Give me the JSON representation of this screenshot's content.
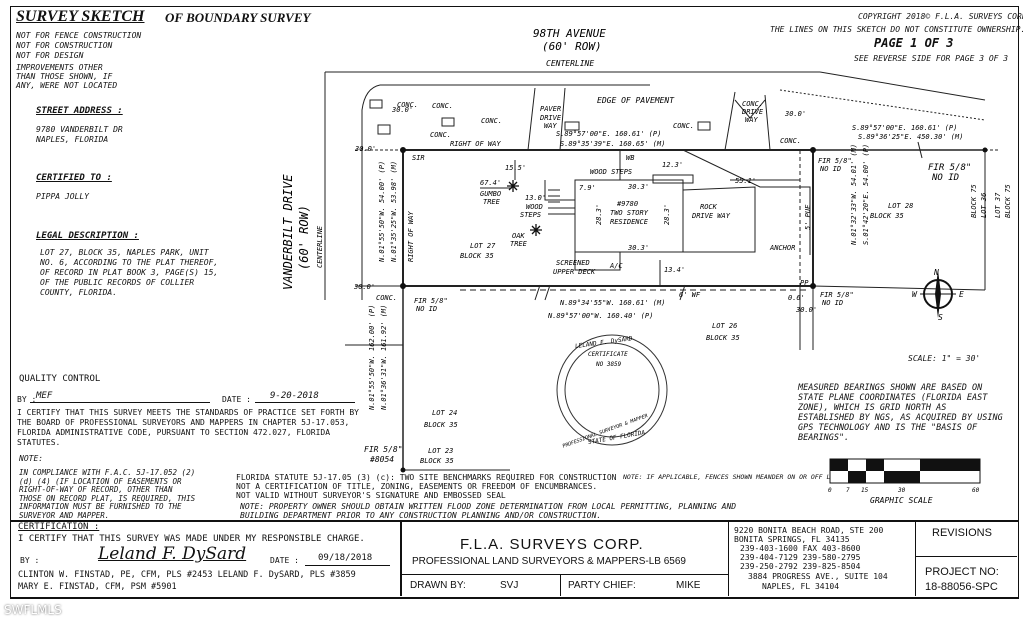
{
  "header": {
    "title_main": "SURVEY SKETCH",
    "title_sub": "OF BOUNDARY SURVEY",
    "copyright": "COPYRIGHT 2018© F.L.A. SURVEYS CORP.",
    "notice": "THE LINES ON THIS SKETCH DO NOT CONSTITUTE OWNERSHIP.",
    "page": "PAGE 1 OF 3",
    "reverse": "SEE REVERSE SIDE FOR PAGE 3 OF 3"
  },
  "disclaimers": [
    "NOT FOR FENCE CONSTRUCTION",
    "NOT FOR CONSTRUCTION",
    "NOT FOR DESIGN",
    "IMPROVEMENTS OTHER",
    "THAN THOSE SHOWN, IF",
    "ANY, WERE NOT LOCATED"
  ],
  "street": {
    "heading": "STREET ADDRESS :",
    "line1": "9780 VANDERBILT DR",
    "line2": "NAPLES, FLORIDA"
  },
  "certified": {
    "heading": "CERTIFIED TO :",
    "name": "PIPPA JOLLY"
  },
  "legal": {
    "heading": "LEGAL DESCRIPTION :",
    "lines": [
      "LOT 27, BLOCK 35, NAPLES PARK, UNIT",
      "NO. 6, ACCORDING TO THE PLAT THEREOF,",
      "OF RECORD IN PLAT BOOK 3, PAGE(S) 15,",
      "OF THE PUBLIC RECORDS OF COLLIER",
      "COUNTY, FLORIDA."
    ]
  },
  "quality": {
    "heading": "QUALITY CONTROL",
    "by_label": "BY :",
    "by_value": "MEF",
    "date_label": "DATE :",
    "date_value": "9-20-2018"
  },
  "certify_text": "I CERTIFY THAT THIS SURVEY MEETS THE STANDARDS OF PRACTICE SET FORTH BY THE BOARD OF PROFESSIONAL SURVEYORS AND MAPPERS IN CHAPTER 5J-17.053, FLORIDA ADMINISTRATIVE CODE, PURSUANT TO SECTION 472.027, FLORIDA STATUTES.",
  "note": {
    "label": "NOTE:",
    "text": "IN COMPLIANCE WITH F.A.C. 5J-17.052 (2) (d) (4) (IF LOCATION OF EASEMENTS OR RIGHT-OF-WAY OF RECORD, OTHER THAN THOSE ON RECORD PLAT, IS REQUIRED, THIS INFORMATION MUST BE FURNISHED TO THE SURVEYOR AND MAPPER."
  },
  "statute": {
    "line1": "FLORIDA STATUTE 5J-17.05 (3) (c): TWO SITE BENCHMARKS REQUIRED FOR CONSTRUCTION",
    "line1b": "NOTE: IF APPLICABLE, FENCES SHOWN MEANDER ON OR OFF LINES. (APPROX. LOCATION ONLY)",
    "line2": "NOT A CERTIFICATION OF TITLE, ZONING, EASEMENTS OR FREEDOM OF ENCUMBRANCES.",
    "line3": "NOT VALID WITHOUT SURVEYOR'S SIGNATURE AND EMBOSSED SEAL",
    "line4": "NOTE: PROPERTY OWNER SHOULD OBTAIN WRITTEN FLOOD ZONE DETERMINATION FROM LOCAL PERMITTING, PLANNING AND",
    "line5": "BUILDING DEPARTMENT PRIOR TO ANY CONSTRUCTION PLANNING AND/OR CONSTRUCTION."
  },
  "bearings_note": "MEASURED BEARINGS SHOWN ARE BASED ON STATE PLANE COORDINATES (FLORIDA EAST ZONE), WHICH IS GRID NORTH AS ESTABLISHED BY NGS, AS ACQUIRED BY USING GPS TECHNOLOGY AND IS THE \"BASIS OF BEARINGS\".",
  "scale": {
    "text": "SCALE: 1\" = 30'",
    "ticks": [
      "0",
      "7",
      "15",
      "30",
      "60"
    ],
    "label": "GRAPHIC SCALE"
  },
  "certification": {
    "heading": "CERTIFICATION :",
    "text": "I CERTIFY THAT THIS SURVEY WAS MADE UNDER MY RESPONSIBLE CHARGE.",
    "by_label": "BY :",
    "signature": "Leland F. DySard",
    "date_label": "DATE :",
    "date_value": "09/18/2018",
    "line1": "CLINTON W. FINSTAD, PE, CFM, PLS #2453  LELAND F. DySARD, PLS #3859",
    "line2": "MARY E. FINSTAD, CFM, PSM #5901"
  },
  "company": {
    "name": "F.L.A. SURVEYS CORP.",
    "sub": "PROFESSIONAL LAND SURVEYORS & MAPPERS-LB 6569"
  },
  "drawn": {
    "drawn_label": "DRAWN BY:",
    "drawn_value": "SVJ",
    "chief_label": "PARTY CHIEF:",
    "chief_value": "MIKE"
  },
  "address": [
    "9220 BONITA BEACH ROAD, STE 200",
    "BONITA SPRINGS, FL 34135",
    "239-403-1600   FAX 403-8600",
    "239-404-7129   239-580-2795",
    "239-250-2792   239-825-8504",
    "3884 PROGRESS AVE., SUITE 104",
    "NAPLES, FL  34104"
  ],
  "revisions": "REVISIONS",
  "project": {
    "label": "PROJECT NO:",
    "value": "18-88056-SPC"
  },
  "watermark": "SWFLMLS",
  "seal": {
    "top": "LELAND F. DySARD",
    "cert": "CERTIFICATE",
    "no": "NO 3859",
    "bottom": "STATE OF FLORIDA",
    "bottom2": "PROFESSIONAL SURVEYOR & MAPPER"
  },
  "sketch": {
    "street_top": "98TH AVENUE",
    "street_top_row": "(60' ROW)",
    "centerline": "CENTERLINE",
    "street_left": "VANDERBILT DRIVE",
    "street_left_row": "(60' ROW)",
    "edge": "EDGE OF PAVEMENT",
    "row": "RIGHT OF WAY",
    "row_v": "RIGHT OF WAY",
    "paver": "PAVER",
    "drive": "DRIVE",
    "way": "WAY",
    "conc": "CONC.",
    "conc_drive": "CONC.",
    "sir": "SIR",
    "b_top_p": "S.89°57'00\"E.  160.61' (P)",
    "b_top_m": "S.89°35'39\"E.  160.65' (M)",
    "b_bot_m": "N.89°34'55\"W.  160.61' (M)",
    "b_bot_p": "N.89°57'00\"W.  160.40' (P)",
    "b_left_p": "N.01°55'50\"W.  54.00' (P)",
    "b_left_m": "N.01°35'25\"W.  53.98' (M)",
    "b_right_m": "N.01°32'33\"W.  54.01' (M)",
    "b_right_p": "S.01°42'20\"E.  54.00' (P)",
    "b_far_p": "S.89°57'00\"E.  160.61' (P)",
    "b_far_m": "S.89°36'25\"E.  450.30' (M)",
    "b_lot_p": "N.01°55'50\"W.  162.00' (P)",
    "b_lot_m": "N.01°36'31\"W.  161.92' (M)",
    "residence": "#9780",
    "residence2": "TWO STORY",
    "residence3": "RESIDENCE",
    "rock": "ROCK",
    "rock2": "DRIVE WAY",
    "lot27": "LOT 27",
    "blk35": "BLOCK 35",
    "lot28": "LOT 28",
    "lot26": "LOT 26",
    "lot24": "LOT 24",
    "lot23": "LOT 23",
    "lot36": "LOT 36",
    "lot37": "LOT 37",
    "blk75": "BLOCK 75",
    "fir": "FIR 5/8\"",
    "noid": "NO ID",
    "fir8054": "#8054",
    "gumbo": "GUMBO",
    "tree": "TREE",
    "oak": "OAK",
    "wood_steps": "WOOD STEPS",
    "wood": "WOOD",
    "steps": "STEPS",
    "wb": "WB",
    "screened": "SCREENED",
    "upper_deck": "UPPER DECK",
    "ac": "A/C",
    "anchor": "ANCHOR",
    "pue": "5' PUE",
    "wf": "6' WF",
    "pp": "PP",
    "d674": "67.4'",
    "d155": "15.5'",
    "d130": "13.0'",
    "d123": "12.3'",
    "d551": "55.1'",
    "d303": "30.3'",
    "d303b": "30.3'",
    "d283": "28.3'",
    "d283b": "28.3'",
    "d79": "7.9'",
    "d134": "13.4'",
    "d06": "0.6'",
    "d300": "30.0'",
    "d300b": "30.0'",
    "d300c": "30.0'",
    "d300d": "30.0'",
    "d300e": "30.0'"
  }
}
